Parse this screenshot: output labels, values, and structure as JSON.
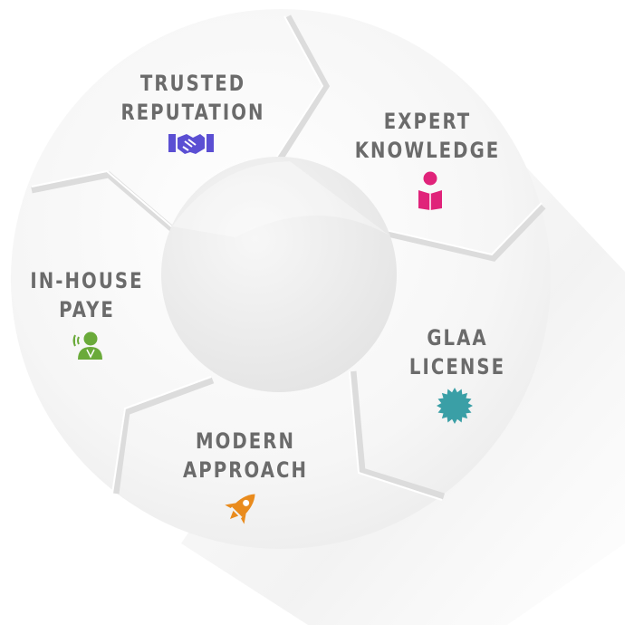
{
  "segments": [
    {
      "id": "trusted",
      "lines": [
        "TRUSTED",
        "REPUTATION"
      ],
      "icon": "handshake-icon",
      "color": "#5b4fd3"
    },
    {
      "id": "expert",
      "lines": [
        "EXPERT",
        "KNOWLEDGE"
      ],
      "icon": "person-reading-icon",
      "color": "#e0237a"
    },
    {
      "id": "glaa",
      "lines": [
        "GLAA",
        "LICENSE"
      ],
      "icon": "badge-icon",
      "color": "#3a9fa6"
    },
    {
      "id": "modern",
      "lines": [
        "MODERN",
        "APPROACH"
      ],
      "icon": "rocket-icon",
      "color": "#e98b1d"
    },
    {
      "id": "inhouse",
      "lines": [
        "IN-HOUSE",
        "PAYE"
      ],
      "icon": "user-payroll-icon",
      "color": "#6aaa3a"
    }
  ]
}
